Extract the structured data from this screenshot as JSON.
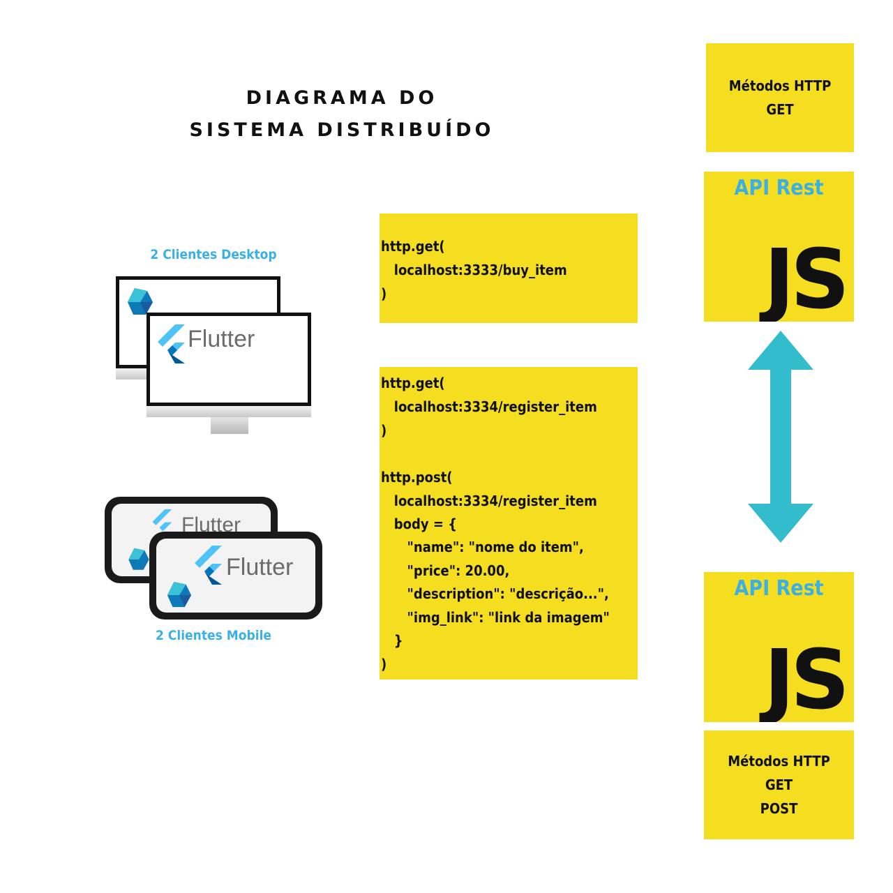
{
  "title": {
    "line1": "DIAGRAMA DO",
    "line2": "SISTEMA DISTRIBUÍDO"
  },
  "clients": {
    "desktop_label": "2 Clientes Desktop",
    "mobile_label": "2 Clientes Mobile",
    "flutter_word": "Flutter"
  },
  "requests": {
    "box1": [
      "http.get(",
      "   localhost:3333/buy_item",
      ")"
    ],
    "box2": [
      "http.get(",
      "   localhost:3334/register_item",
      ")",
      "",
      "http.post(",
      "   localhost:3334/register_item",
      "   body = {",
      "      \"name\": \"nome do item\",",
      "      \"price\": 20.00,",
      "      \"description\": \"descrição...\",",
      "      \"img_link\": \"link da imagem\"",
      "   }",
      ")"
    ]
  },
  "servers": {
    "top_methods": [
      "Métodos HTTP",
      "GET"
    ],
    "api_title": "API Rest",
    "js_logo": "JS",
    "bottom_methods": [
      "Métodos HTTP",
      "GET",
      "POST"
    ]
  },
  "colors": {
    "box_yellow": "#f5dd1f",
    "arrow_teal": "#33bccc",
    "label_blue": "#3ab0e6"
  },
  "icons": [
    "dart-logo-icon",
    "flutter-logo-icon",
    "double-arrow-icon"
  ]
}
